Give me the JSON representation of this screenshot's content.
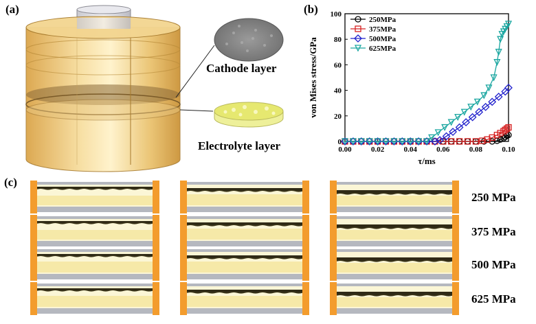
{
  "panels": {
    "a": {
      "label": "(a)",
      "cathode_label": "Cathode layer",
      "electrolyte_label": "Electrolyte layer"
    },
    "b": {
      "label": "(b)"
    },
    "c": {
      "label": "(c)",
      "pressures": [
        "250 MPa",
        "375 MPa",
        "500 MPa",
        "625 MPa"
      ]
    }
  },
  "chart_data": {
    "type": "line",
    "title": "",
    "xlabel": "τ/ms",
    "ylabel": "von Mises stress/GPa",
    "xlim": [
      0.0,
      0.1
    ],
    "ylim": [
      0,
      100
    ],
    "xticks": [
      "0.00",
      "0.02",
      "0.04",
      "0.06",
      "0.08",
      "0.10"
    ],
    "yticks": [
      "0",
      "20",
      "40",
      "60",
      "80",
      "100"
    ],
    "legend": "top-left",
    "grid": false,
    "series": [
      {
        "name": "250MPa",
        "marker": "circle",
        "color": "#000000",
        "x": [
          0.0,
          0.005,
          0.01,
          0.015,
          0.02,
          0.025,
          0.03,
          0.035,
          0.04,
          0.045,
          0.05,
          0.055,
          0.06,
          0.065,
          0.07,
          0.075,
          0.08,
          0.085,
          0.09,
          0.093,
          0.095,
          0.097,
          0.098,
          0.099,
          0.1
        ],
        "y": [
          0,
          0,
          0,
          0,
          0,
          0,
          0,
          0,
          0,
          0,
          0,
          0,
          0,
          0,
          0,
          0,
          0,
          0,
          0,
          0.5,
          1.5,
          2.5,
          3.5,
          4.5,
          5
        ]
      },
      {
        "name": "375MPa",
        "marker": "square",
        "color": "#d62020",
        "x": [
          0.0,
          0.005,
          0.01,
          0.015,
          0.02,
          0.025,
          0.03,
          0.035,
          0.04,
          0.045,
          0.05,
          0.055,
          0.06,
          0.065,
          0.07,
          0.075,
          0.08,
          0.084,
          0.087,
          0.09,
          0.093,
          0.095,
          0.097,
          0.098,
          0.099,
          0.1
        ],
        "y": [
          0,
          0,
          0,
          0,
          0,
          0,
          0,
          0,
          0,
          0,
          0,
          0,
          0,
          0,
          0,
          0,
          0,
          0.5,
          1.5,
          3,
          5,
          6.5,
          8,
          9,
          10,
          11
        ]
      },
      {
        "name": "500MPa",
        "marker": "diamond",
        "color": "#2020cc",
        "x": [
          0.0,
          0.005,
          0.01,
          0.015,
          0.02,
          0.025,
          0.03,
          0.035,
          0.04,
          0.045,
          0.05,
          0.055,
          0.058,
          0.062,
          0.066,
          0.07,
          0.074,
          0.078,
          0.082,
          0.086,
          0.09,
          0.094,
          0.098,
          0.1
        ],
        "y": [
          0,
          0,
          0,
          0,
          0,
          0,
          0,
          0,
          0,
          0,
          0,
          0,
          1,
          4,
          7.5,
          11,
          15,
          19,
          23,
          27,
          31,
          35,
          39,
          42
        ]
      },
      {
        "name": "625MPa",
        "marker": "triangle-down",
        "color": "#1aa6a0",
        "x": [
          0.0,
          0.005,
          0.01,
          0.015,
          0.02,
          0.025,
          0.03,
          0.035,
          0.04,
          0.045,
          0.05,
          0.053,
          0.057,
          0.061,
          0.065,
          0.069,
          0.073,
          0.077,
          0.081,
          0.085,
          0.088,
          0.091,
          0.093,
          0.094,
          0.095,
          0.096,
          0.097,
          0.098,
          0.099,
          0.1
        ],
        "y": [
          0,
          0,
          0,
          0,
          0,
          0,
          0,
          0,
          0,
          0,
          0,
          3,
          7,
          11,
          15,
          19,
          23,
          27,
          31,
          36,
          42,
          50,
          62,
          70,
          80,
          84,
          86,
          88,
          90,
          92
        ]
      }
    ]
  }
}
